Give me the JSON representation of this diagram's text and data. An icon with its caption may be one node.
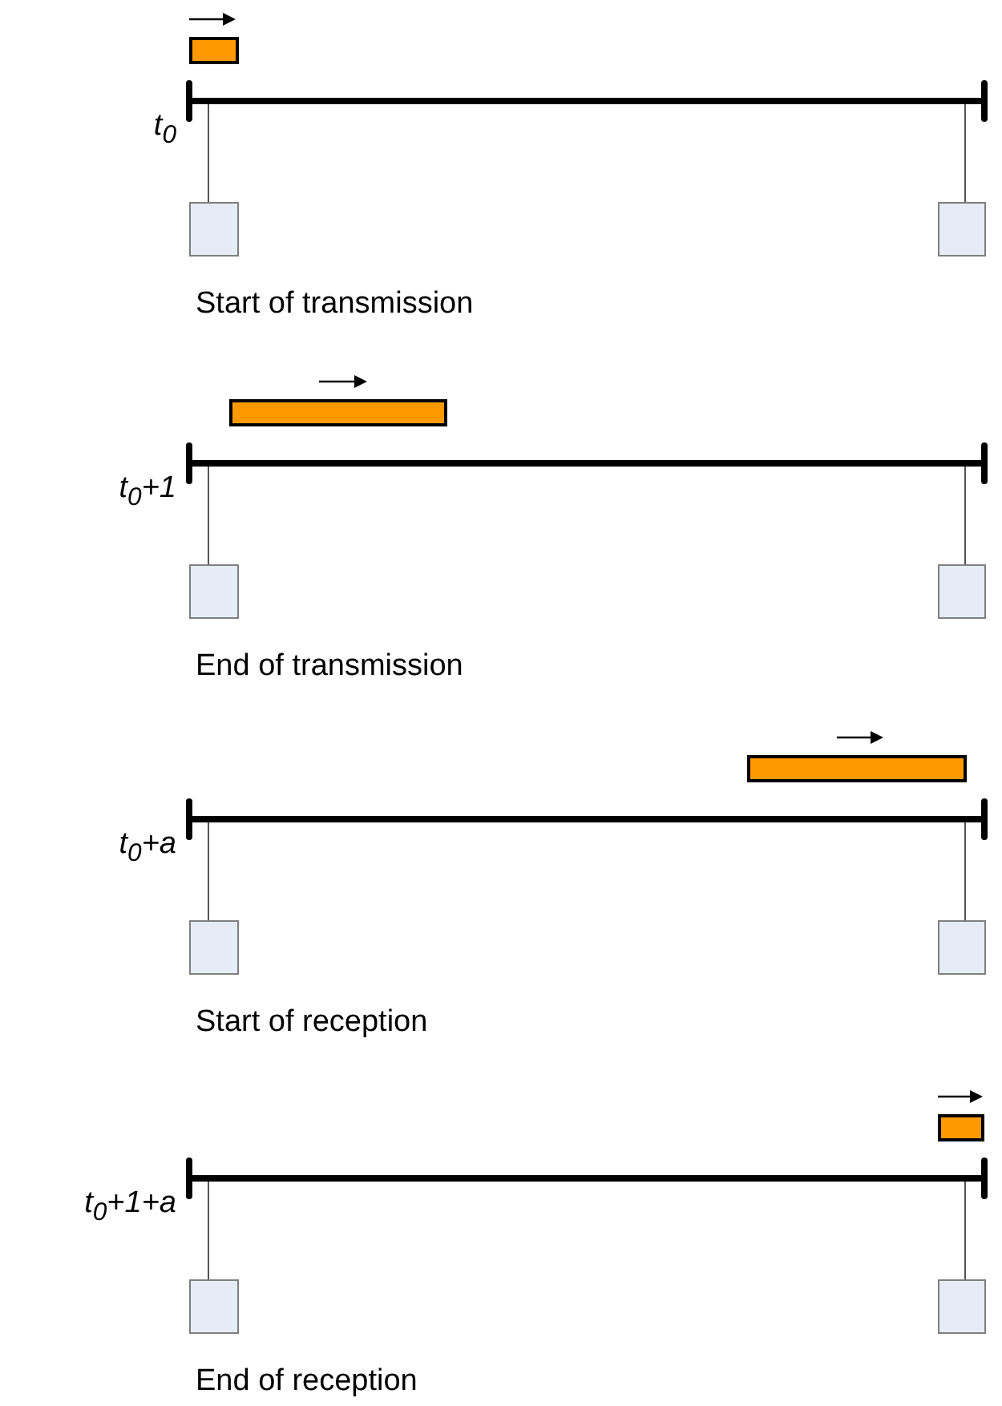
{
  "diagram": {
    "nodes": [
      {
        "text": [],
        "shape": "bar"
      },
      {
        "text": [],
        "shape": "line"
      },
      {
        "text": [],
        "shape": "box"
      },
      {
        "text": [],
        "shape": "box"
      },
      {
        "text": [],
        "shape": "bar"
      },
      {
        "text": [],
        "shape": "line"
      },
      {
        "text": [],
        "shape": "box"
      },
      {
        "text": [],
        "shape": "box"
      },
      {
        "text": [],
        "shape": "bar"
      },
      {
        "text": [],
        "shape": "line"
      },
      {
        "text": [],
        "shape": "box"
      },
      {
        "text": [],
        "shape": "box"
      },
      {
        "text": [],
        "shape": "bar"
      },
      {
        "text": [],
        "shape": "line"
      },
      {
        "text": [],
        "shape": "box"
      },
      {
        "text": [],
        "shape": "box"
      }
    ],
    "edges": [
      {
        "from": 2,
        "to": 1,
        "arrow": "none"
      },
      {
        "from": 3,
        "to": 1,
        "arrow": "none"
      },
      {
        "from": 6,
        "to": 5,
        "arrow": "none"
      },
      {
        "from": 7,
        "to": 5,
        "arrow": "none"
      },
      {
        "from": 10,
        "to": 9,
        "arrow": "none"
      },
      {
        "from": 11,
        "to": 9,
        "arrow": "none"
      },
      {
        "from": 14,
        "to": 13,
        "arrow": "none"
      },
      {
        "from": 15,
        "to": 13,
        "arrow": "none"
      }
    ],
    "labels": [
      "t$_{0}$",
      "Start of transmission",
      "t$_{0}$+1",
      "End of transmission",
      "t$_{0}$+a",
      "Start of reception",
      "t$_{0}$+1+a",
      "End of reception"
    ]
  }
}
